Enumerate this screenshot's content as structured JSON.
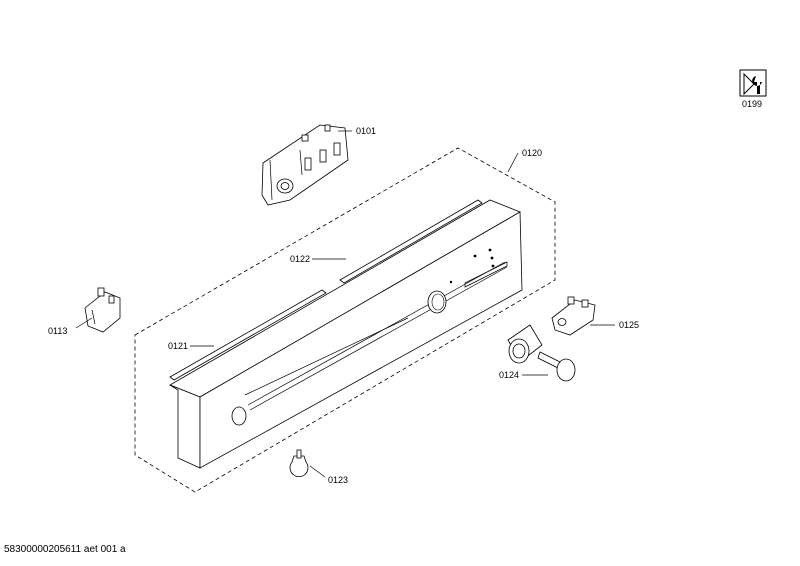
{
  "labels": {
    "p0199": "0199",
    "p0101": "0101",
    "p0120": "0120",
    "p0122": "0122",
    "p0113": "0113",
    "p0121": "0121",
    "p0125": "0125",
    "p0124": "0124",
    "p0123": "0123"
  },
  "footer": "58300000205611 aet 001 a",
  "icons": {
    "service": "service-wrench-icon"
  }
}
